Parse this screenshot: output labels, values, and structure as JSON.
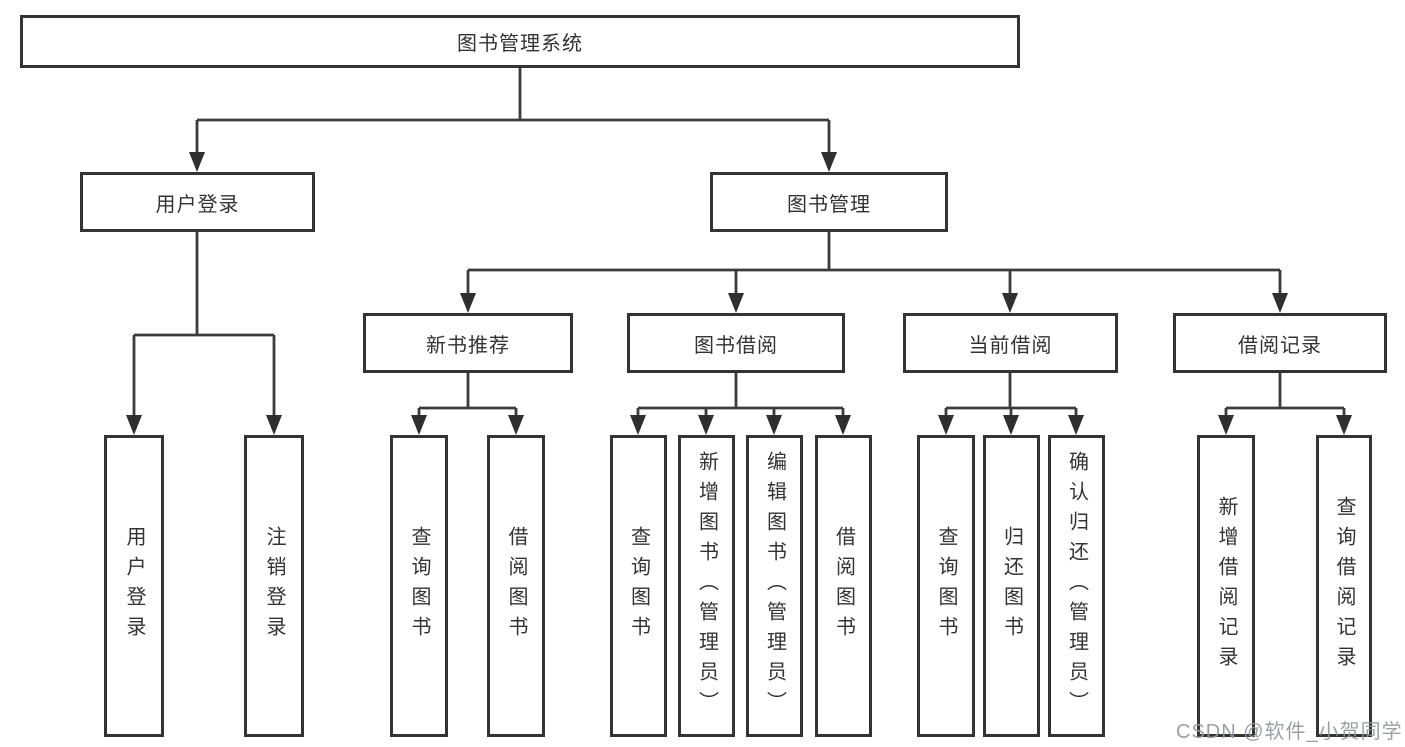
{
  "diagram": {
    "title": "图书管理系统",
    "watermark": "CSDN @软件_小贺同学",
    "colors": {
      "background": "#ffffff",
      "box_border": "#343434",
      "connector_line": "#3c3c3c",
      "arrowhead": "#2f2f2f",
      "text": "#333333",
      "watermark_text": "#94989e"
    },
    "nodes": {
      "root": {
        "label": "图书管理系统"
      },
      "user_login": {
        "label": "用户登录"
      },
      "book_mgmt": {
        "label": "图书管理"
      },
      "new_book_rec": {
        "label": "新书推荐"
      },
      "book_borrow": {
        "label": "图书借阅"
      },
      "current_borrow": {
        "label": "当前借阅"
      },
      "borrow_records": {
        "label": "借阅记录"
      },
      "leaf_user_login": {
        "label": "用户登录"
      },
      "leaf_logout": {
        "label": "注销登录"
      },
      "leaf_query_book_1": {
        "label": "查询图书"
      },
      "leaf_borrow_book_1": {
        "label": "借阅图书"
      },
      "leaf_query_book_2": {
        "label": "查询图书"
      },
      "leaf_add_book": {
        "label": "新增图书（管理员）"
      },
      "leaf_edit_book": {
        "label": "编辑图书（管理员）"
      },
      "leaf_borrow_book_2": {
        "label": "借阅图书"
      },
      "leaf_query_book_3": {
        "label": "查询图书"
      },
      "leaf_return_book": {
        "label": "归还图书"
      },
      "leaf_confirm_return": {
        "label": "确认归还（管理员）"
      },
      "leaf_add_borrow_record": {
        "label": "新增借阅记录"
      },
      "leaf_query_borrow_record": {
        "label": "查询借阅记录"
      }
    },
    "edges": [
      {
        "from": "root",
        "to": "user_login"
      },
      {
        "from": "root",
        "to": "book_mgmt"
      },
      {
        "from": "user_login",
        "to": "leaf_user_login"
      },
      {
        "from": "user_login",
        "to": "leaf_logout"
      },
      {
        "from": "book_mgmt",
        "to": "new_book_rec"
      },
      {
        "from": "book_mgmt",
        "to": "book_borrow"
      },
      {
        "from": "book_mgmt",
        "to": "current_borrow"
      },
      {
        "from": "book_mgmt",
        "to": "borrow_records"
      },
      {
        "from": "new_book_rec",
        "to": "leaf_query_book_1"
      },
      {
        "from": "new_book_rec",
        "to": "leaf_borrow_book_1"
      },
      {
        "from": "book_borrow",
        "to": "leaf_query_book_2"
      },
      {
        "from": "book_borrow",
        "to": "leaf_add_book"
      },
      {
        "from": "book_borrow",
        "to": "leaf_edit_book"
      },
      {
        "from": "book_borrow",
        "to": "leaf_borrow_book_2"
      },
      {
        "from": "current_borrow",
        "to": "leaf_query_book_3"
      },
      {
        "from": "current_borrow",
        "to": "leaf_return_book"
      },
      {
        "from": "current_borrow",
        "to": "leaf_confirm_return"
      },
      {
        "from": "borrow_records",
        "to": "leaf_add_borrow_record"
      },
      {
        "from": "borrow_records",
        "to": "leaf_query_borrow_record"
      }
    ]
  }
}
